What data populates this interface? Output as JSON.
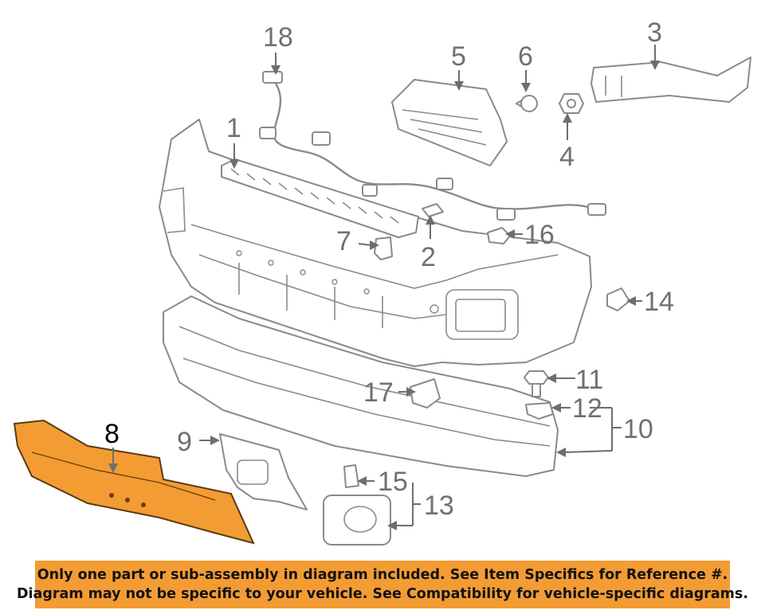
{
  "callouts": [
    "1",
    "2",
    "3",
    "4",
    "5",
    "6",
    "7",
    "8",
    "9",
    "10",
    "11",
    "12",
    "13",
    "14",
    "15",
    "16",
    "17",
    "18"
  ],
  "highlight_color": "#f39c34",
  "banner": {
    "line1": "Only one part or sub-assembly in diagram included. See Item Specifics for Reference #.",
    "line2": "Diagram may not be specific to your vehicle. See Compatibility for vehicle-specific diagrams."
  }
}
